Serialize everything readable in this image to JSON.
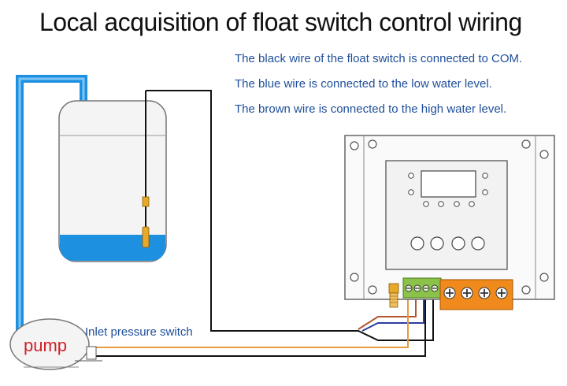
{
  "title": "Local acquisition of float switch control wiring",
  "notes": [
    "The black wire of the float switch is connected to COM.",
    "The blue wire is connected to the low water level.",
    "The brown wire is connected to the high water level."
  ],
  "labels": {
    "pump": "pump",
    "inlet_pressure_switch": "Inlet pressure switch"
  },
  "colors": {
    "water": "#1e90e0",
    "wire_black": "#111111",
    "wire_blue": "#2b3f9f",
    "wire_brown": "#b5552d",
    "wire_orange": "#e89a3c",
    "terminal_green": "#8bc34a",
    "terminal_orange": "#f08a1c"
  }
}
